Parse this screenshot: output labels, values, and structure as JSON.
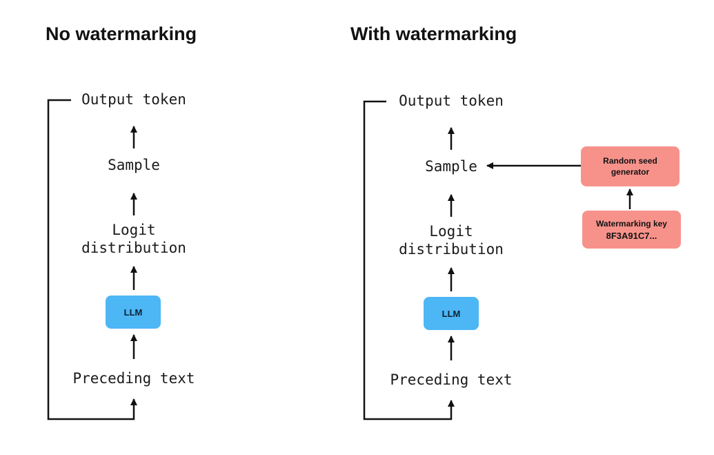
{
  "left_panel": {
    "title": "No watermarking",
    "output_token": "Output token",
    "sample": "Sample",
    "logit_line1": "Logit",
    "logit_line2": "distribution",
    "llm": "LLM",
    "preceding_text": "Preceding text"
  },
  "right_panel": {
    "title": "With watermarking",
    "output_token": "Output token",
    "sample": "Sample",
    "logit_line1": "Logit",
    "logit_line2": "distribution",
    "llm": "LLM",
    "preceding_text": "Preceding text",
    "random_seed_line1": "Random seed",
    "random_seed_line2": "generator",
    "watermark_key_label": "Watermarking key",
    "watermark_key_value": "8F3A91C7..."
  },
  "colors": {
    "llm_box": "#4db6f5",
    "seed_box": "#f7928b",
    "line": "#111111"
  }
}
